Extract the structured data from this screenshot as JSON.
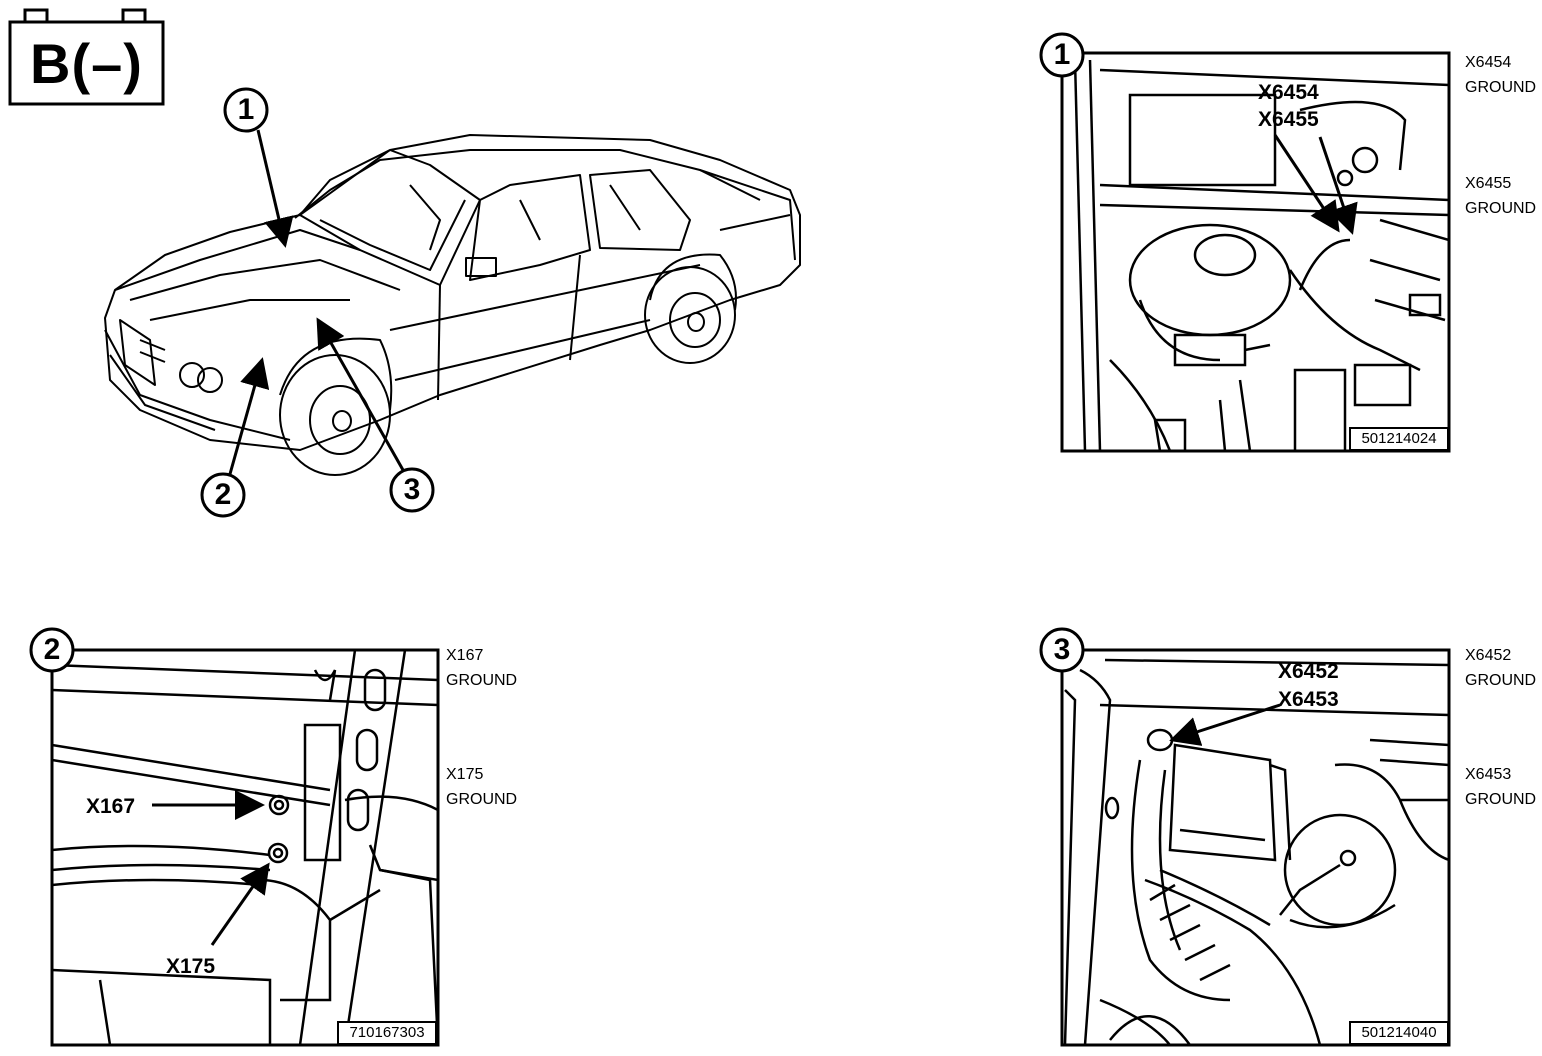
{
  "battery_symbol": {
    "label": "B(–)"
  },
  "overview": {
    "callouts": [
      "1",
      "2",
      "3"
    ]
  },
  "panels": [
    {
      "number": "1",
      "figure_code": "501214024",
      "callouts": [
        "X6454",
        "X6455"
      ],
      "side_labels": [
        {
          "connector": "X6454",
          "type": "GROUND"
        },
        {
          "connector": "X6455",
          "type": "GROUND"
        }
      ]
    },
    {
      "number": "2",
      "figure_code": "710167303",
      "callouts": [
        "X167",
        "X175"
      ],
      "side_labels": [
        {
          "connector": "X167",
          "type": "GROUND"
        },
        {
          "connector": "X175",
          "type": "GROUND"
        }
      ]
    },
    {
      "number": "3",
      "figure_code": "501214040",
      "callouts": [
        "X6452",
        "X6453"
      ],
      "side_labels": [
        {
          "connector": "X6452",
          "type": "GROUND"
        },
        {
          "connector": "X6453",
          "type": "GROUND"
        }
      ]
    }
  ]
}
